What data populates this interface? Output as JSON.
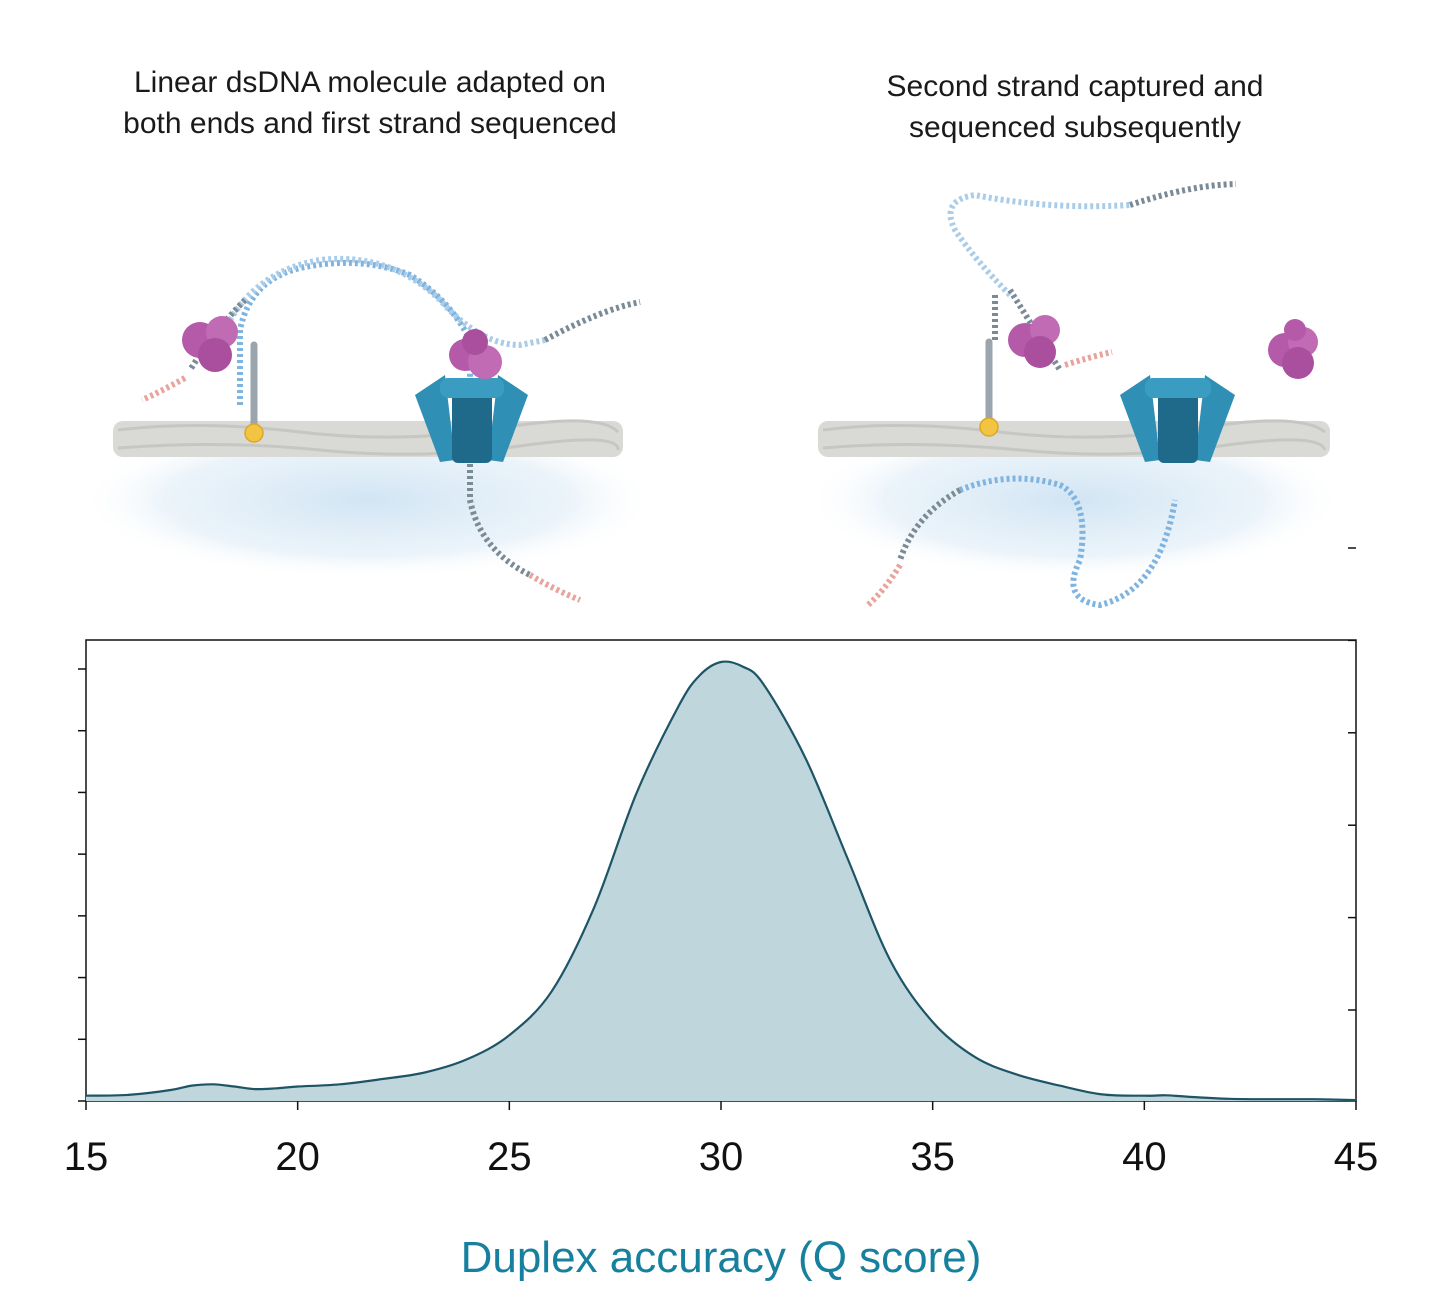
{
  "panels": {
    "left_caption": [
      "Linear dsDNA molecule adapted on",
      "both ends and first strand sequenced"
    ],
    "right_caption": [
      "Second strand captured and",
      "sequenced subsequently"
    ]
  },
  "colors": {
    "membrane": "#d9d9d6",
    "pore": "#2f8fb5",
    "pore_dark": "#1f6a8a",
    "motor_protein": "#b45aa8",
    "strand_light": "#a9cde9",
    "strand_blue": "#7fb4e0",
    "adapter": "#7b8b96",
    "leader": "#e8a49c",
    "tether_bead": "#f2c442",
    "curve_fill": "#bfd6dc",
    "curve_line": "#1d5466",
    "xlabel": "#17809e"
  },
  "chart_data": {
    "type": "area",
    "xlabel": "Duplex accuracy (Q score)",
    "ylabel": "",
    "xlim": [
      15,
      45
    ],
    "ylim": [
      0,
      1
    ],
    "xticks": [
      15,
      20,
      25,
      30,
      35,
      40,
      45
    ],
    "grid": false,
    "series": [
      {
        "x": [
          15,
          16,
          17,
          17.5,
          18,
          18.5,
          19,
          19.5,
          20,
          21,
          22,
          23,
          24,
          25,
          26,
          27,
          28,
          29,
          29.5,
          30,
          30.5,
          31,
          32,
          33,
          34,
          35,
          36,
          37,
          38,
          39,
          40,
          40.5,
          41,
          42,
          43,
          44,
          45
        ],
        "y": [
          0.012,
          0.014,
          0.025,
          0.035,
          0.038,
          0.033,
          0.027,
          0.029,
          0.033,
          0.038,
          0.05,
          0.065,
          0.095,
          0.15,
          0.25,
          0.44,
          0.7,
          0.9,
          0.97,
          1.0,
          0.99,
          0.95,
          0.78,
          0.55,
          0.32,
          0.18,
          0.1,
          0.06,
          0.035,
          0.015,
          0.012,
          0.013,
          0.01,
          0.005,
          0.004,
          0.004,
          0.002
        ]
      }
    ]
  }
}
